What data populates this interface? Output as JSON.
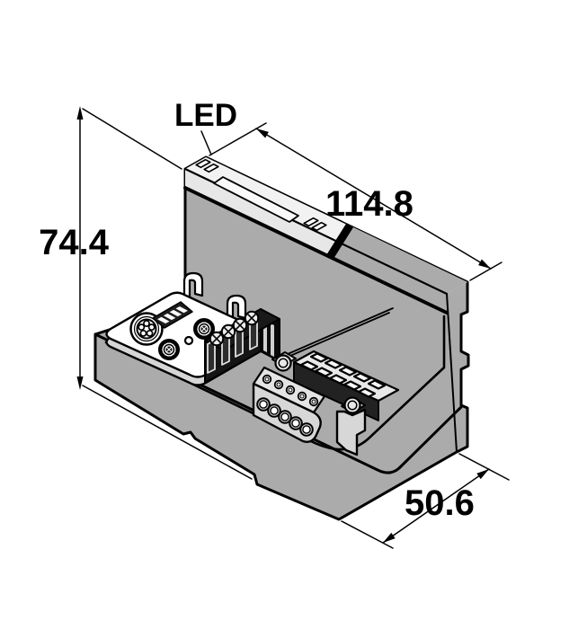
{
  "drawing": {
    "kind": "isometric-dimension-drawing",
    "subject": "fieldbus I/O gateway module with base and terminal blocks",
    "annotations": {
      "led_label": "LED"
    },
    "dimensions": {
      "height": "74.4",
      "width": "114.8",
      "depth": "50.6"
    }
  },
  "colors": {
    "bg": "#ffffff",
    "body_gray": "#ababab",
    "outline": "#000000",
    "band_light": "#e7e7e7",
    "top_light": "#f2f2f2",
    "recess_white": "#fafafa",
    "plate_white": "#ffffff",
    "plate_side": "#d6d6d6",
    "dark_part": "#151515",
    "terminal_light": "#d7d7d7",
    "slope_light": "#e4e4e4",
    "clamp_top": "#e8e8e8"
  }
}
